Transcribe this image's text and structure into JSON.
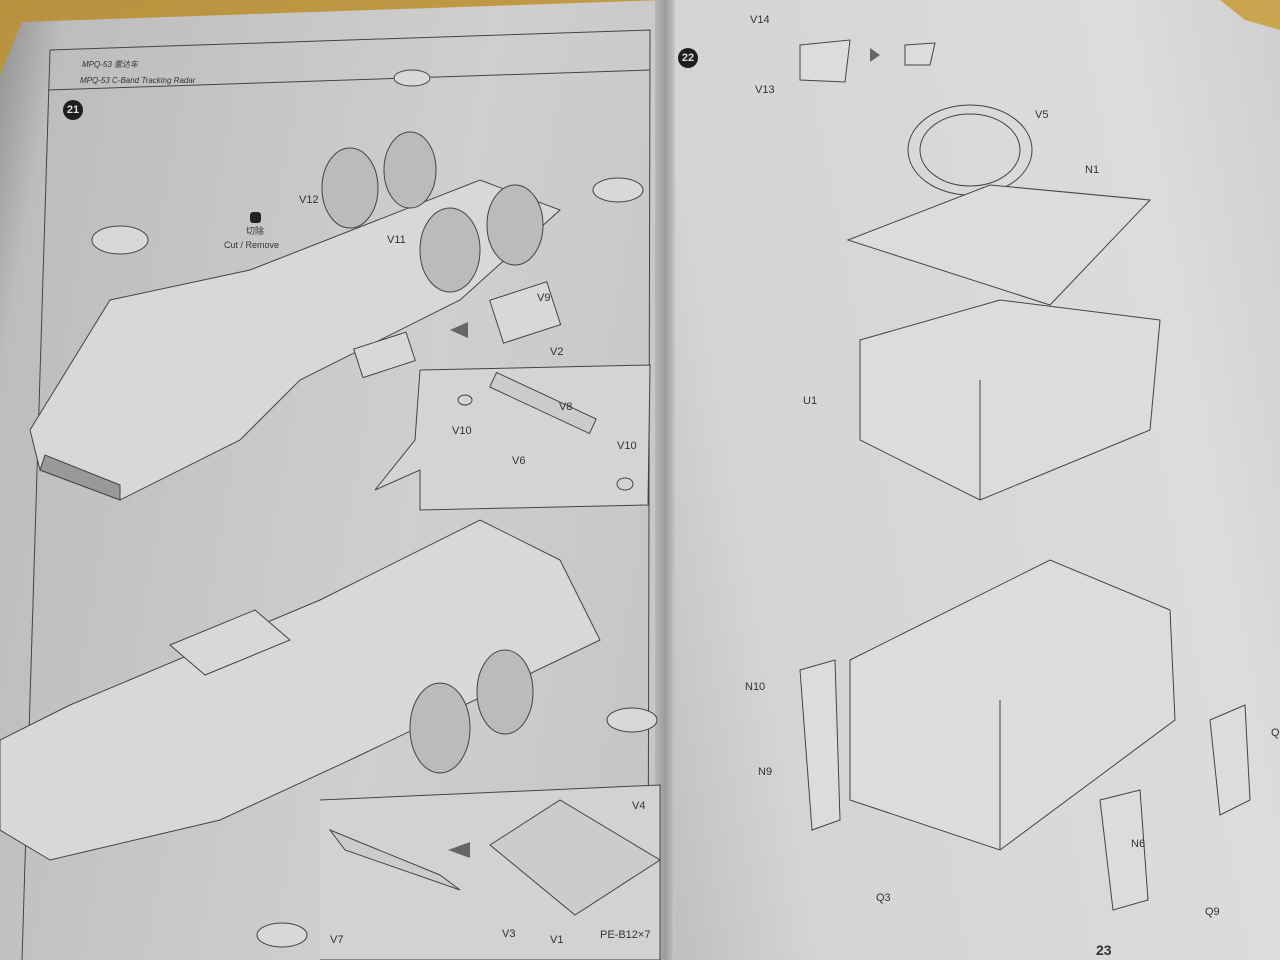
{
  "left_page": {
    "header_cn": "MPQ-53 雷达车",
    "header_en": "MPQ-53 C-Band Tracking Radar",
    "step": "21",
    "cut_label_cn": "切除",
    "cut_label_en": "Cut / Remove",
    "parts": {
      "v12": "V12",
      "v11": "V11",
      "v9": "V9",
      "v2": "V2",
      "v8": "V8",
      "v10a": "V10",
      "v6": "V6",
      "v10b": "V10",
      "v4": "V4",
      "pe": "PE-B12×7",
      "v7": "V7",
      "v3": "V3",
      "v1": "V1"
    }
  },
  "right_page": {
    "step": "22",
    "parts": {
      "v14": "V14",
      "v13": "V13",
      "v5": "V5",
      "n1": "N1",
      "u1": "U1",
      "n10": "N10",
      "n9": "N9",
      "n6": "N6",
      "q3": "Q3",
      "q9": "Q9",
      "q_cut": "Q"
    },
    "page_number": "23"
  }
}
